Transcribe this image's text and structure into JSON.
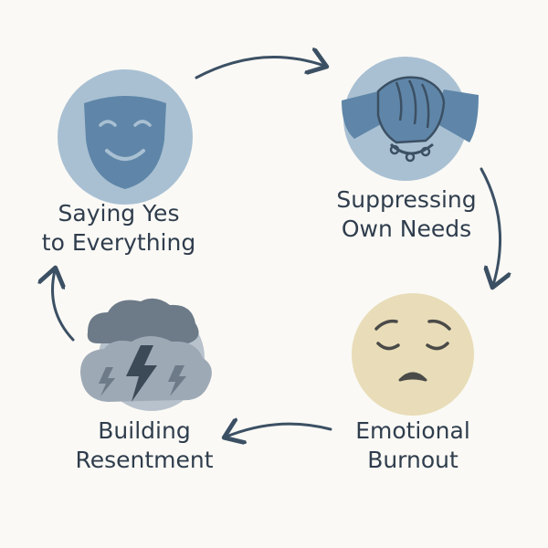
{
  "nodes": [
    {
      "id": "saying-yes",
      "line1": "Saying Yes",
      "line2": "to Everything",
      "icon": "mask-icon"
    },
    {
      "id": "suppressing",
      "line1": "Suppressing",
      "line2": "Own Needs",
      "icon": "clasped-hands-icon"
    },
    {
      "id": "burnout",
      "line1": "Emotional",
      "line2": "Burnout",
      "icon": "sad-face-icon"
    },
    {
      "id": "resentment",
      "line1": "Building",
      "line2": "Resentment",
      "icon": "storm-cloud-icon"
    }
  ],
  "colors": {
    "background": "#faf9f5",
    "text": "#2f3d4d",
    "arrow": "#3c5064",
    "mask_circle": "#a9c0d3",
    "mask": "#5f86a8",
    "hands_circle": "#a9c0d3",
    "hands": "#5f86a8",
    "face": "#e8ddb8",
    "cloud": "#9ea9b6",
    "cloud_top": "#6d7a88",
    "storm_bg": "#b8c2cc"
  }
}
